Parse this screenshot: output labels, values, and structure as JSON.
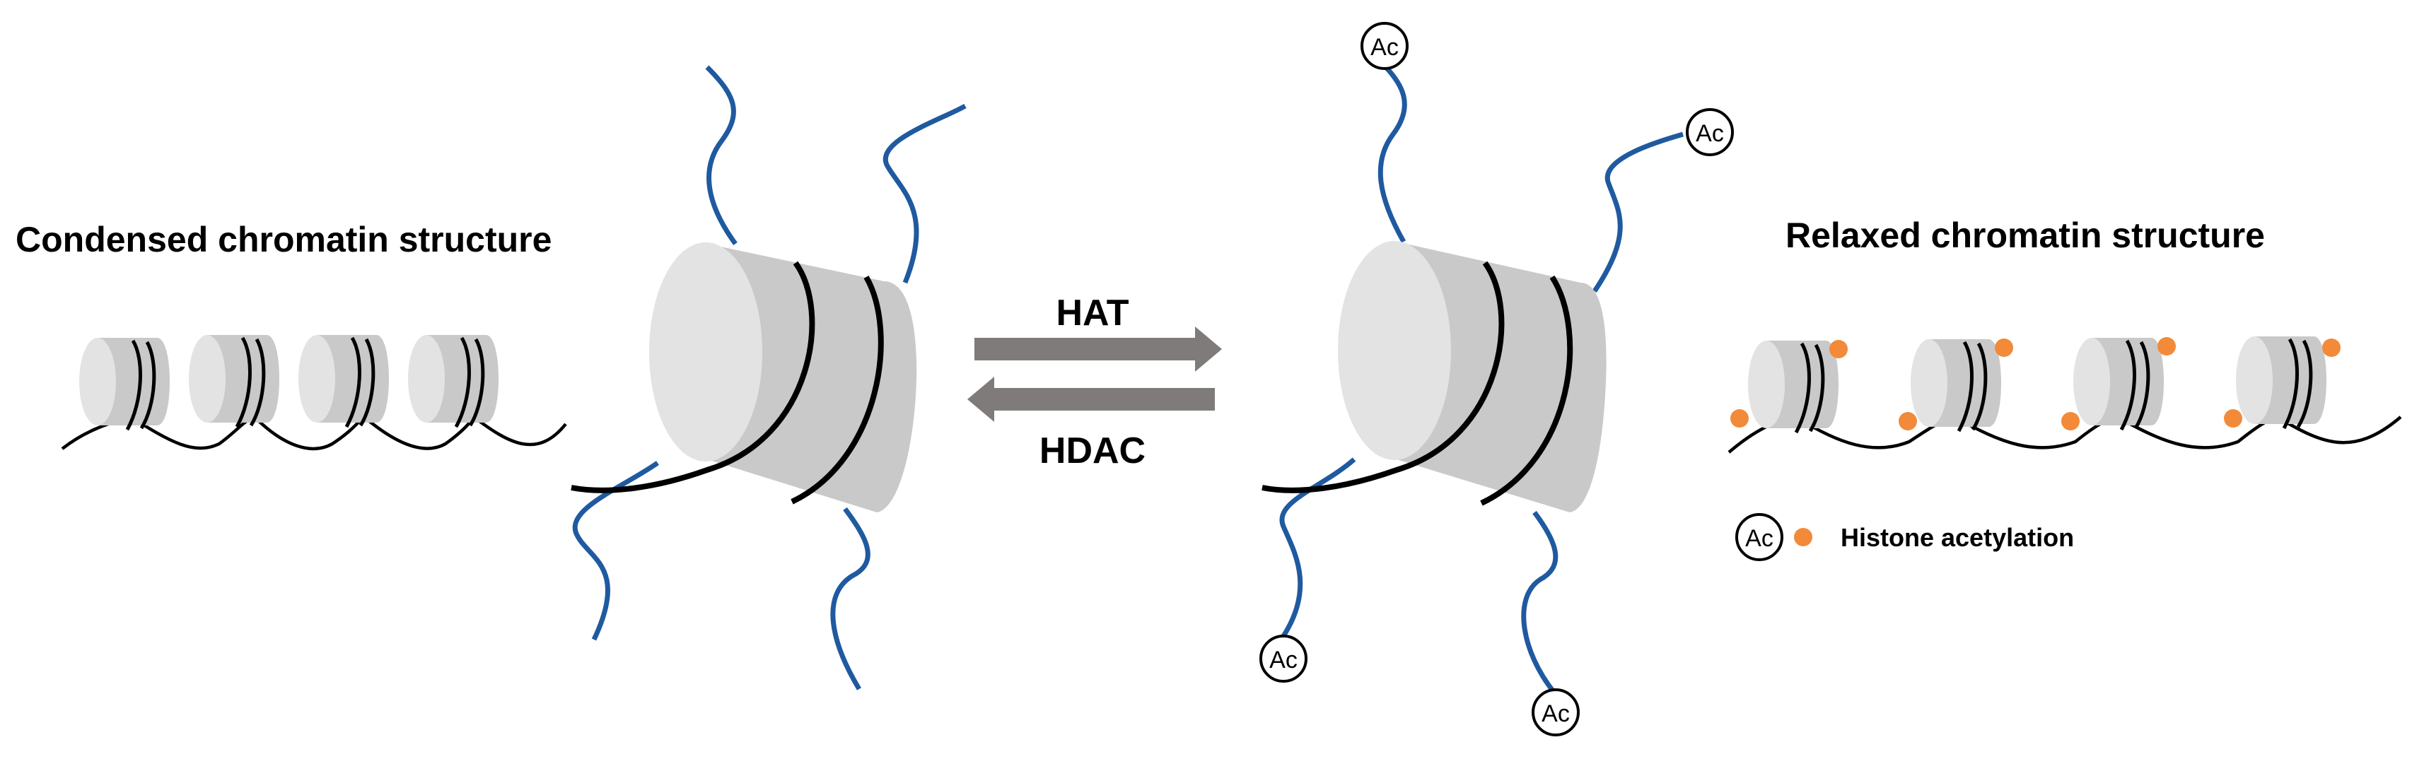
{
  "left_title": "Condensed chromatin structure",
  "right_title": "Relaxed chromatin structure",
  "forward_enzyme": "HAT",
  "reverse_enzyme": "HDAC",
  "acetyl_tag": "Ac",
  "legend": {
    "tag": "Ac",
    "label": "Histone acetylation"
  },
  "colors": {
    "histone_tail": "#1f5aa0",
    "acetyl_dot": "#f28a3a",
    "arrow": "#7f7b7b",
    "nucleosome_body": "#c9c9c9",
    "nucleosome_face": "#e3e3e3",
    "dna": "#000000"
  }
}
